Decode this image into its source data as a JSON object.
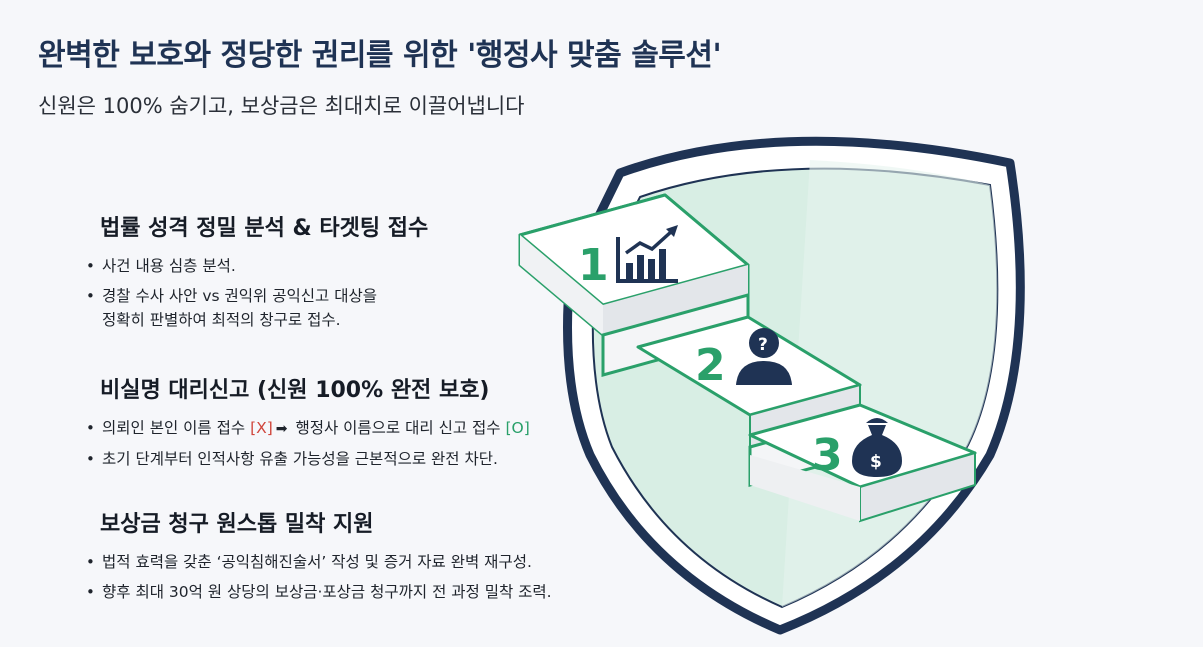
{
  "header": {
    "title": "완벽한 보호와 정당한 권리를 위한 '행정사 맞춤 솔루션'",
    "subtitle": "신원은 100% 숨기고, 보상금은 최대치로 이끌어냅니다"
  },
  "sections": [
    {
      "title": "법률 성격 정밀 분석 & 타겟팅 접수",
      "bullets": [
        "사건 내용 심층 분석.",
        "경찰 수사 사안 vs 권익위 공익신고 대상을",
        "정확히 판별하여 최적의 창구로 접수."
      ]
    },
    {
      "title": "비실명 대리신고 (신원 100% 완전 보호)",
      "bullet1": {
        "pre": "의뢰인 본인 이름 접수 ",
        "mark_x": "[X]",
        "arrow": "➡",
        "mid": " 행정사 이름으로 대리 신고 접수 ",
        "mark_o": "[O]"
      },
      "bullet2": "초기 단계부터 인적사항 유출 가능성을 근본적으로 완전 차단."
    },
    {
      "title": "보상금 청구 원스톱 밀착 지원",
      "bullets": [
        "법적 효력을 갖춘 ‘공익침해진술서’ 작성 및 증거 자료 완벽 재구성.",
        "향후 최대 30억 원 상당의 보상금·포상금 청구까지 전 과정 밀착 조력."
      ]
    }
  ],
  "steps": [
    {
      "number": "1",
      "icon": "growth-chart-icon"
    },
    {
      "number": "2",
      "icon": "anonymous-person-icon"
    },
    {
      "number": "3",
      "icon": "money-bag-icon"
    }
  ],
  "colors": {
    "title": "#1f3354",
    "accent_green": "#2aa06a",
    "shield_outline": "#1f3354",
    "shield_fill": "#d8eee4",
    "mark_red": "#d0463c",
    "icon_dark": "#1f3354"
  }
}
